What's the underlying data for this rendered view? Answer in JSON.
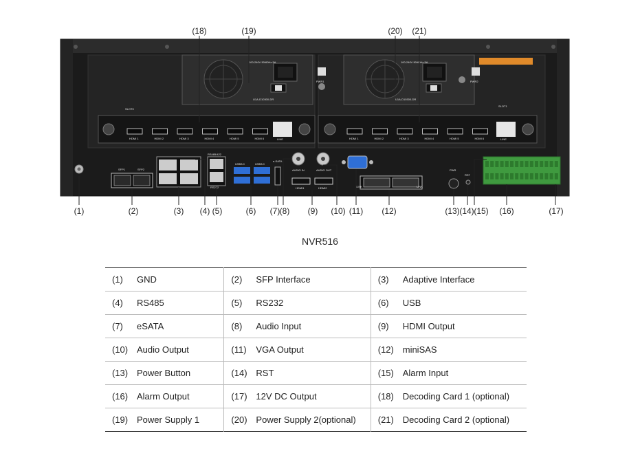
{
  "model_caption": "NVR516",
  "callouts_top": [
    "(18)",
    "(19)",
    "(20)",
    "(21)"
  ],
  "callouts_bottom": [
    "(1)",
    "(2)",
    "(3)",
    "(4)",
    "(5)",
    "(6)",
    "(7)",
    "(8)",
    "(9)",
    "(10)",
    "(11)",
    "(12)",
    "(13)",
    "(14)",
    "(15)",
    "(16)",
    "(17)"
  ],
  "device_labels": {
    "slot0": "SLOT0",
    "slot1": "SLOT1",
    "pwr1": "PWR1",
    "pwr2": "PWR2",
    "psu_model": "U1A-D10300-DR",
    "psu_rating": "100-240V 50/60Hz 5A",
    "hdmi_ports": [
      "HDMI 1",
      "HDMI 2",
      "HDMI 3",
      "HDMI 4",
      "HDMI 5",
      "HDMI 6"
    ],
    "line": "LINE",
    "sfp": [
      "SFP1",
      "SFP2"
    ],
    "rs485": "RS485/422",
    "rs232": "RS232",
    "usb": [
      "USB3.0",
      "USB3.0"
    ],
    "esata": "e-SATA",
    "audio_in": "AUDIO IN",
    "audio_out": "AUDIO OUT",
    "hdmi_out": [
      "HDMI1",
      "HDMI2"
    ],
    "link": "LINK",
    "pwr": "PWR",
    "rst": "RST"
  },
  "legend": [
    [
      [
        "(1)",
        "GND"
      ],
      [
        "(2)",
        "SFP Interface"
      ],
      [
        "(3)",
        "Adaptive Interface"
      ]
    ],
    [
      [
        "(4)",
        "RS485"
      ],
      [
        "(5)",
        "RS232"
      ],
      [
        "(6)",
        "USB"
      ]
    ],
    [
      [
        "(7)",
        "eSATA"
      ],
      [
        "(8)",
        "Audio Input"
      ],
      [
        "(9)",
        "HDMI Output"
      ]
    ],
    [
      [
        "(10)",
        "Audio Output"
      ],
      [
        "(11)",
        "VGA Output"
      ],
      [
        "(12)",
        "miniSAS"
      ]
    ],
    [
      [
        "(13)",
        "Power Button"
      ],
      [
        "(14)",
        "RST"
      ],
      [
        "(15)",
        "Alarm Input"
      ]
    ],
    [
      [
        "(16)",
        "Alarm Output"
      ],
      [
        "(17)",
        "12V DC Output"
      ],
      [
        "(18)",
        "Decoding Card 1 (optional)"
      ]
    ],
    [
      [
        "(19)",
        "Power Supply 1"
      ],
      [
        "(20)",
        "Power Supply 2(optional)"
      ],
      [
        "(21)",
        "Decoding Card 2 (optional)"
      ]
    ]
  ]
}
